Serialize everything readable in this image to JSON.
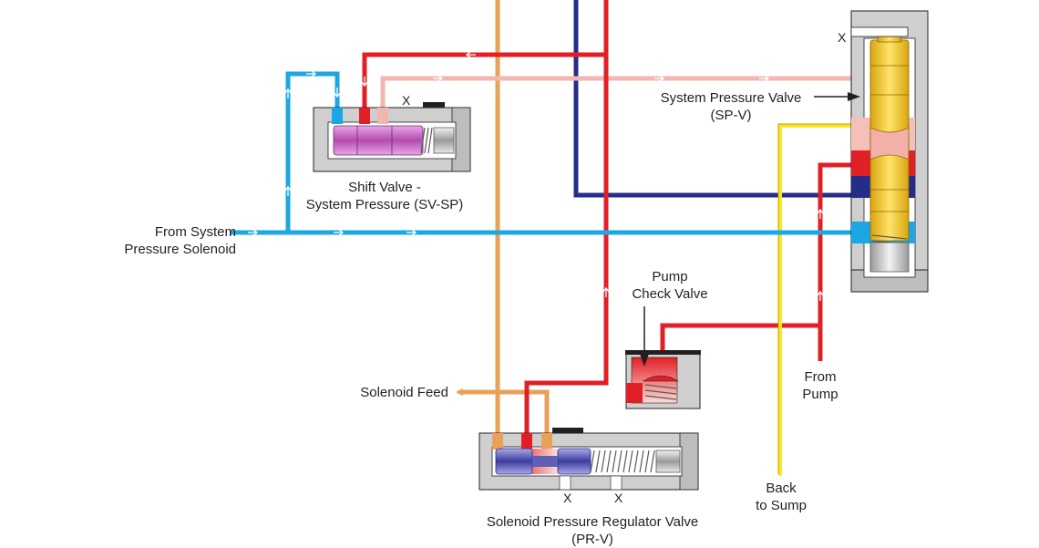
{
  "colors": {
    "system_pressure_solenoid": "#1ba7e1",
    "pump_pressure": "#e11f26",
    "system_pressure": "#f2b6b0",
    "solenoid_feed": "#e9a15a",
    "converter_circuit": "#262c8a",
    "sump": "#fde725",
    "valve_body": "#cfcfcf",
    "spool_sp_v": "#f7c81e",
    "spool_sv_sp": "#c96bc8",
    "spool_pr_v": "#5f5fb8"
  },
  "labels": {
    "sp_v_line1": "System Pressure Valve",
    "sp_v_line2": "(SP-V)",
    "sv_sp_line1": "Shift Valve -",
    "sv_sp_line2": "System Pressure (SV-SP)",
    "from_sys_line1": "From System",
    "from_sys_line2": "Pressure Solenoid",
    "pump_check_line1": "Pump",
    "pump_check_line2": "Check Valve",
    "solenoid_feed": "Solenoid Feed",
    "from_pump_line1": "From",
    "from_pump_line2": "Pump",
    "back_sump_line1": "Back",
    "back_sump_line2": "to Sump",
    "pr_v_line1": "Solenoid Pressure Regulator Valve",
    "pr_v_line2": "(PR-V)",
    "exhaust_mark": "X"
  }
}
